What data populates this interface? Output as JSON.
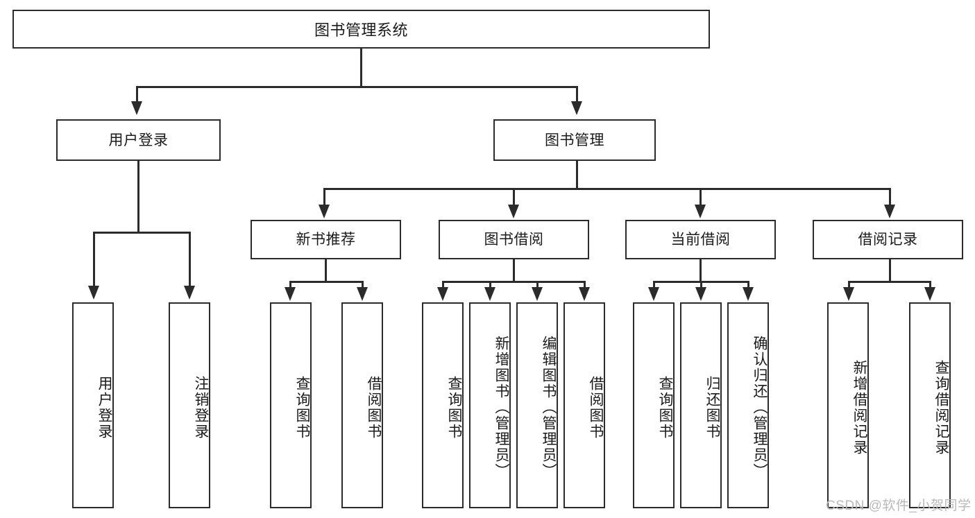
{
  "diagram": {
    "type": "tree-hierarchy",
    "title": "图书管理系统",
    "root": {
      "label": "图书管理系统"
    },
    "level2": [
      {
        "id": "user-login",
        "label": "用户登录"
      },
      {
        "id": "book-manage",
        "label": "图书管理"
      }
    ],
    "level3": [
      {
        "id": "new-book-recommend",
        "label": "新书推荐",
        "parent": "book-manage"
      },
      {
        "id": "book-borrow",
        "label": "图书借阅",
        "parent": "book-manage"
      },
      {
        "id": "current-borrow",
        "label": "当前借阅",
        "parent": "book-manage"
      },
      {
        "id": "borrow-record",
        "label": "借阅记录",
        "parent": "book-manage"
      }
    ],
    "leaves": [
      {
        "id": "leaf-user-login",
        "label": "用户登录",
        "parent": "user-login"
      },
      {
        "id": "leaf-logout-login",
        "label": "注销登录",
        "parent": "user-login"
      },
      {
        "id": "leaf-query-book-1",
        "label": "查询图书",
        "parent": "new-book-recommend"
      },
      {
        "id": "leaf-borrow-book-1",
        "label": "借阅图书",
        "parent": "new-book-recommend"
      },
      {
        "id": "leaf-query-book-2",
        "label": "查询图书",
        "parent": "book-borrow"
      },
      {
        "id": "leaf-add-book",
        "label": "新增图书（管理员）",
        "parent": "book-borrow"
      },
      {
        "id": "leaf-edit-book",
        "label": "编辑图书（管理员）",
        "parent": "book-borrow"
      },
      {
        "id": "leaf-borrow-book-2",
        "label": "借阅图书",
        "parent": "book-borrow"
      },
      {
        "id": "leaf-query-book-3",
        "label": "查询图书",
        "parent": "current-borrow"
      },
      {
        "id": "leaf-return-book",
        "label": "归还图书",
        "parent": "current-borrow"
      },
      {
        "id": "leaf-confirm-return",
        "label": "确认归还（管理员）",
        "parent": "current-borrow"
      },
      {
        "id": "leaf-add-record",
        "label": "新增借阅记录",
        "parent": "borrow-record"
      },
      {
        "id": "leaf-query-record",
        "label": "查询借阅记录",
        "parent": "borrow-record"
      }
    ],
    "colors": {
      "border": "#2b2b2b",
      "background": "#ffffff",
      "text": "#1a1a1a",
      "watermark": "#b9b9b9"
    }
  },
  "watermark": {
    "text": "CSDN @软件_小贺同学"
  }
}
